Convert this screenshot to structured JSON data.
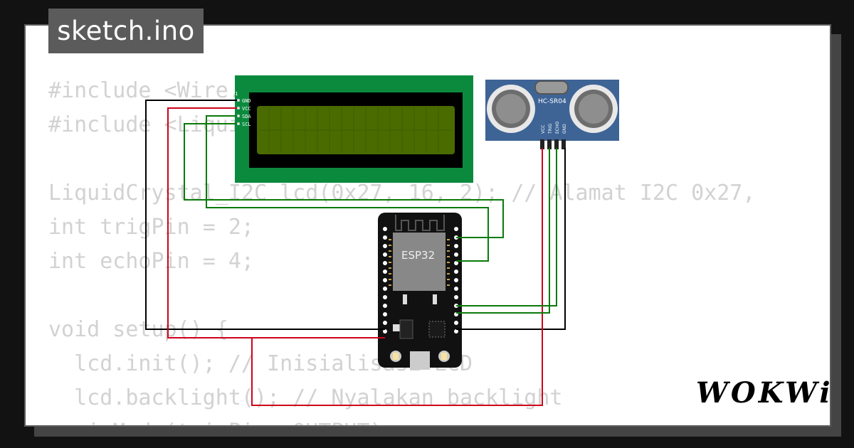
{
  "tab": {
    "filename": "sketch.ino"
  },
  "code": {
    "lines": [
      "#include <Wire.h>",
      "#include <LiquidCrystal_I2C.h>",
      "",
      "LiquidCrystal_I2C lcd(0x27, 16, 2); // Alamat I2C 0x27,",
      "int trigPin = 2;",
      "int echoPin = 4;",
      "",
      "void setup() {",
      "  lcd.init(); // Inisialisasi LCD",
      "  lcd.backlight(); // Nyalakan backlight",
      "  pinMode(trigPin, OUTPUT);"
    ]
  },
  "lcd": {
    "pin_index": "1",
    "pins": [
      "GND",
      "VCC",
      "SDA",
      "SCL"
    ],
    "pcb_color": "#0b8a3e",
    "screen_color": "#4a6b00"
  },
  "sensor": {
    "model": "HC-SR04",
    "pins": [
      "VCC",
      "TRIG",
      "ECHO",
      "GND"
    ],
    "board_color": "#3e6496"
  },
  "esp32": {
    "chip_label": "ESP32"
  },
  "wires": {
    "gnd": "#000000",
    "vcc": "#d0021b",
    "signal": "#0a7a0a"
  },
  "brand": {
    "logo": "WOKWi"
  }
}
